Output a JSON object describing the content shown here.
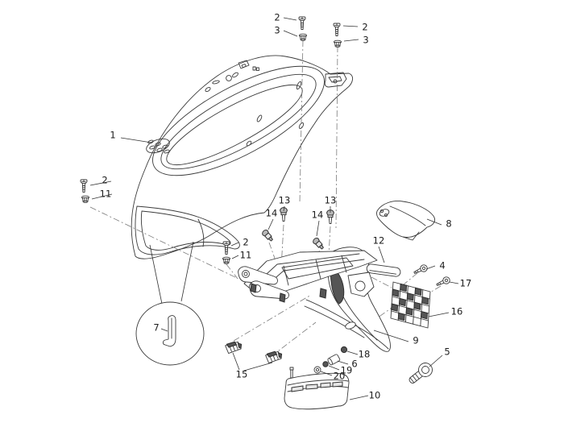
{
  "figure": {
    "kind": "exploded-parts-diagram",
    "background_color": "#ffffff",
    "line_color": "#3a3a3a",
    "label_color": "#1c1c1c"
  },
  "parts_glyphs": {
    "1": "body-panel",
    "2": "screw",
    "3": "flanged-nut",
    "4": "pan-head-screw",
    "5": "rubber-plug",
    "6": "spacer-bushing",
    "7": "retainer-clip",
    "8": "side-cover",
    "9": "rear-fender",
    "10": "plate-lamp-housing",
    "11": "flanged-nut",
    "12": "reflector",
    "13": "rivet-pin",
    "14": "expansion-pin",
    "15": "spring-clip",
    "16": "mesh-grille",
    "17": "pan-head-screw",
    "18": "nut",
    "19": "nut",
    "20": "washer"
  },
  "callouts": [
    {
      "label": "2"
    },
    {
      "label": "3"
    },
    {
      "label": "2"
    },
    {
      "label": "3"
    },
    {
      "label": "1"
    },
    {
      "label": "2"
    },
    {
      "label": "11"
    },
    {
      "label": "13"
    },
    {
      "label": "14"
    },
    {
      "label": "13"
    },
    {
      "label": "14"
    },
    {
      "label": "2"
    },
    {
      "label": "11"
    },
    {
      "label": "8"
    },
    {
      "label": "12"
    },
    {
      "label": "4"
    },
    {
      "label": "17"
    },
    {
      "label": "16"
    },
    {
      "label": "9"
    },
    {
      "label": "5"
    },
    {
      "label": "18"
    },
    {
      "label": "6"
    },
    {
      "label": "19"
    },
    {
      "label": "20"
    },
    {
      "label": "7"
    },
    {
      "label": "15"
    },
    {
      "label": "10"
    }
  ]
}
